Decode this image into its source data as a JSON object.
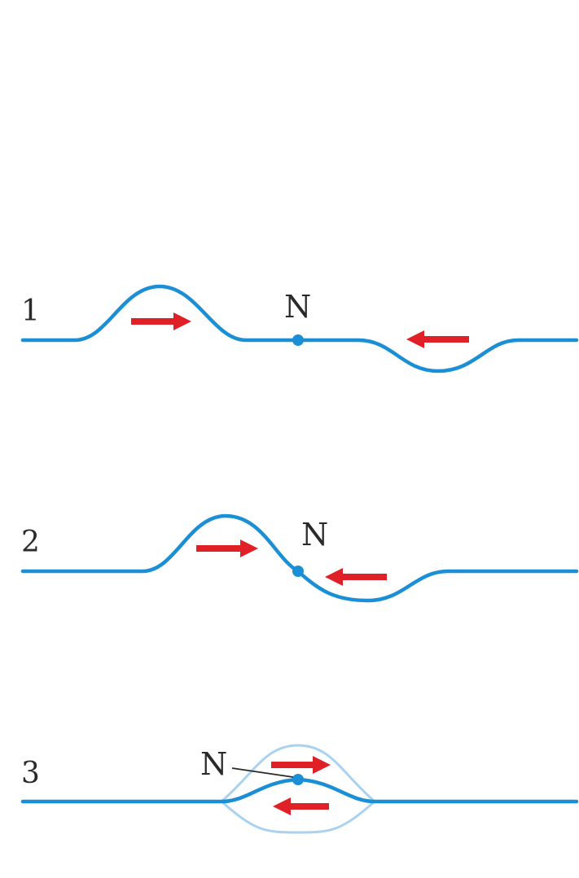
{
  "colors": {
    "wave": "#1a8fd6",
    "wave_ghost": "#a9d2f0",
    "arrow": "#e02027"
  },
  "panels": [
    {
      "number": "1",
      "node_label": "N"
    },
    {
      "number": "2",
      "node_label": "N"
    },
    {
      "number": "3",
      "node_label": "N"
    }
  ],
  "icons": {
    "right_arrow": "right-arrow-icon",
    "left_arrow": "left-arrow-icon"
  }
}
